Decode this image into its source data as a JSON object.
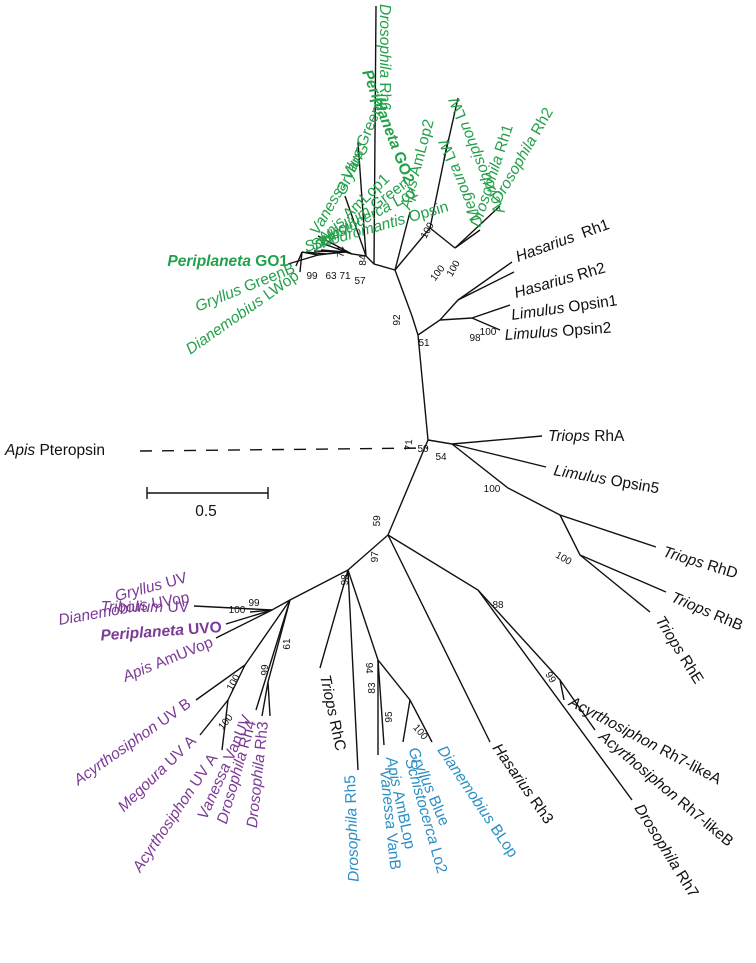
{
  "colors": {
    "green": "#23a04a",
    "purple": "#7b3a96",
    "blue": "#2b8fc4",
    "black": "#111111"
  },
  "scale_bar": {
    "label": "0.5"
  },
  "taxa": [
    {
      "id": "t0",
      "genus": "Drosophila",
      "name": " Rh6",
      "color": "green"
    },
    {
      "id": "t1",
      "genus": "Periplaneta",
      "name": " GO2",
      "color": "green",
      "bold": true
    },
    {
      "id": "t2",
      "genus": "Gryllus",
      "name": " GreenA",
      "color": "green"
    },
    {
      "id": "t3",
      "genus": "Vanessa",
      "name": " VanG",
      "color": "green"
    },
    {
      "id": "t4",
      "genus": "Apis",
      "name": " AmLop1",
      "color": "green"
    },
    {
      "id": "t5",
      "genus": "Tribolium",
      "name": " Green",
      "color": "green"
    },
    {
      "id": "t6",
      "genus": "Schistocerca",
      "name": " Lo1",
      "color": "green"
    },
    {
      "id": "t7",
      "genus": "Sphodromantis",
      "name": " Opsin",
      "color": "green"
    },
    {
      "id": "t8",
      "genus": "Periplaneta",
      "name": " GO1",
      "color": "green",
      "bold": true
    },
    {
      "id": "t9",
      "genus": "Gryllus",
      "name": " GreenB",
      "color": "green"
    },
    {
      "id": "t10",
      "genus": "Dianemobius",
      "name": " LWop",
      "color": "green"
    },
    {
      "id": "t11",
      "genus": "Apis",
      "name": " AmLop2",
      "color": "green"
    },
    {
      "id": "t12",
      "genus": "Acyrthosiphon",
      "name": " LW",
      "color": "green"
    },
    {
      "id": "t13",
      "genus": "Megoura",
      "name": " LW",
      "color": "green"
    },
    {
      "id": "t14",
      "genus": "Drosophila",
      "name": " Rh1",
      "color": "green"
    },
    {
      "id": "t15",
      "genus": "Drosophila",
      "name": " Rh2",
      "color": "green"
    },
    {
      "id": "t16",
      "genus": "Hasarius",
      "name": "  Rh1",
      "color": "black"
    },
    {
      "id": "t17",
      "genus": "Hasarius",
      "name": " Rh2",
      "color": "black"
    },
    {
      "id": "t18",
      "genus": "Limulus",
      "name": " Opsin1",
      "color": "black"
    },
    {
      "id": "t19",
      "genus": "Limulus",
      "name": " Opsin2",
      "color": "black"
    },
    {
      "id": "t20",
      "genus": "Apis",
      "name": " Pteropsin",
      "color": "black"
    },
    {
      "id": "t21",
      "genus": "Triops",
      "name": " RhA",
      "color": "black"
    },
    {
      "id": "t22",
      "genus": "Limulus",
      "name": " Opsin5",
      "color": "black"
    },
    {
      "id": "t23",
      "genus": "Triops",
      "name": " RhD",
      "color": "black"
    },
    {
      "id": "t24",
      "genus": "Triops",
      "name": " RhB",
      "color": "black"
    },
    {
      "id": "t25",
      "genus": "Triops",
      "name": " RhE",
      "color": "black"
    },
    {
      "id": "t26",
      "genus": "Acyrthosiphon",
      "name": " Rh7-likeA",
      "color": "black"
    },
    {
      "id": "t27",
      "genus": "Acyrthosiphon",
      "name": " Rh7-likeB",
      "color": "black"
    },
    {
      "id": "t28",
      "genus": "Drosophila",
      "name": " Rh7",
      "color": "black"
    },
    {
      "id": "t29",
      "genus": "Hasarius",
      "name": " Rh3",
      "color": "black"
    },
    {
      "id": "t30",
      "genus": "Dianemobius",
      "name": " BLop",
      "color": "blue"
    },
    {
      "id": "t31",
      "genus": "Gryllus",
      "name": " Blue",
      "color": "blue"
    },
    {
      "id": "t32",
      "genus": "Schistocerca",
      "name": " Lo2",
      "color": "blue"
    },
    {
      "id": "t33",
      "genus": "Apis",
      "name": " AmBLop",
      "color": "blue"
    },
    {
      "id": "t34",
      "genus": "Vanessa",
      "name": " VanB",
      "color": "blue"
    },
    {
      "id": "t35",
      "genus": "Drosophila",
      "name": " Rh5",
      "color": "blue"
    },
    {
      "id": "t36",
      "genus": "Triops",
      "name": " RhC",
      "color": "black"
    },
    {
      "id": "t37",
      "genus": "Gryllus",
      "name": " UV",
      "color": "purple"
    },
    {
      "id": "t38",
      "genus": "Dianemobius",
      "name": " UVop",
      "color": "purple"
    },
    {
      "id": "t39",
      "genus": "Tribolium",
      "name": " UV",
      "color": "purple"
    },
    {
      "id": "t40",
      "genus": "Periplaneta",
      "name": " UVO",
      "color": "purple",
      "bold": true
    },
    {
      "id": "t41",
      "genus": "Apis",
      "name": " AmUVop",
      "color": "purple"
    },
    {
      "id": "t42",
      "genus": "Acyrthosiphon",
      "name": " UV B",
      "color": "purple"
    },
    {
      "id": "t43",
      "genus": "Megoura",
      "name": " UV A",
      "color": "purple"
    },
    {
      "id": "t44",
      "genus": "Acyrthosiphon",
      "name": " UV A",
      "color": "purple"
    },
    {
      "id": "t45",
      "genus": "Vanessa",
      "name": " VanUV",
      "color": "purple"
    },
    {
      "id": "t46",
      "genus": "Drosophila",
      "name": " Rh4",
      "color": "purple"
    },
    {
      "id": "t47",
      "genus": "Drosophila",
      "name": " Rh3",
      "color": "purple"
    }
  ],
  "bootstrap": [
    {
      "id": "b0",
      "text": "100"
    },
    {
      "id": "b1",
      "text": "98"
    },
    {
      "id": "b2",
      "text": "100"
    },
    {
      "id": "b3",
      "text": "51"
    },
    {
      "id": "b4",
      "text": "100"
    },
    {
      "id": "b5",
      "text": "100"
    },
    {
      "id": "b6",
      "text": "92"
    },
    {
      "id": "b7",
      "text": "84"
    },
    {
      "id": "b8",
      "text": "74"
    },
    {
      "id": "b9",
      "text": "99"
    },
    {
      "id": "b10",
      "text": "63"
    },
    {
      "id": "b11",
      "text": "71"
    },
    {
      "id": "b12",
      "text": "57"
    },
    {
      "id": "b13",
      "text": "71"
    },
    {
      "id": "b14",
      "text": "50"
    },
    {
      "id": "b15",
      "text": "54"
    },
    {
      "id": "b16",
      "text": "100"
    },
    {
      "id": "b17",
      "text": "100"
    },
    {
      "id": "b18",
      "text": "59"
    },
    {
      "id": "b19",
      "text": "97"
    },
    {
      "id": "b20",
      "text": "88"
    },
    {
      "id": "b21",
      "text": "99"
    },
    {
      "id": "b22",
      "text": "98"
    },
    {
      "id": "b23",
      "text": "94"
    },
    {
      "id": "b24",
      "text": "83"
    },
    {
      "id": "b25",
      "text": "95"
    },
    {
      "id": "b26",
      "text": "100"
    },
    {
      "id": "b27",
      "text": "99"
    },
    {
      "id": "b28",
      "text": "100"
    },
    {
      "id": "b29",
      "text": "61"
    },
    {
      "id": "b30",
      "text": "100"
    },
    {
      "id": "b31",
      "text": "99"
    },
    {
      "id": "b32",
      "text": "100"
    }
  ]
}
